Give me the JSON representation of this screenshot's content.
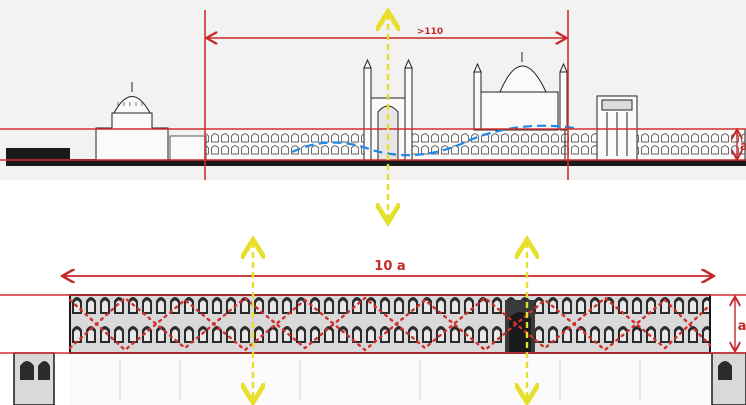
{
  "colors": {
    "red": "#d32f2f",
    "yellow": "#e6e02a",
    "blue": "#1e88e5",
    "ink": "#1a1a1a",
    "paper": "#f4f4f4"
  },
  "top_panel": {
    "measure_label": ">110",
    "height_label": "a"
  },
  "bottom_panel": {
    "span_label": "10 a",
    "height_label": "a"
  }
}
